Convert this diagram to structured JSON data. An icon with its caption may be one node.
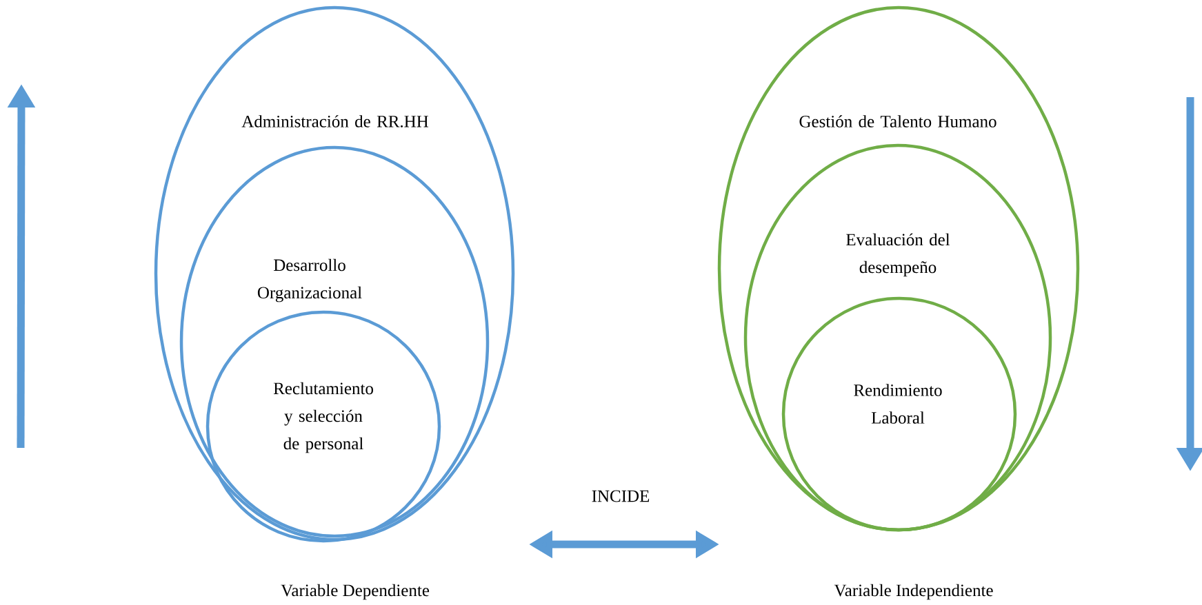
{
  "diagram": {
    "nodes": [
      {
        "text": [
          "Administración de RR.HH"
        ]
      },
      {
        "text": [
          "Desarrollo Organizacional"
        ],
        "in": 0
      },
      {
        "text": [
          "Reclutamiento y selección de personal"
        ],
        "in": 1
      },
      {
        "text": [
          "Gestión de Talento Humano"
        ]
      },
      {
        "text": [
          "Evaluación del desempeño"
        ],
        "in": 3
      },
      {
        "text": [
          "Rendimiento Laboral"
        ],
        "in": 4
      }
    ],
    "labels": [
      "INCIDE",
      "Variable Dependiente",
      "Variable Independiente"
    ]
  }
}
